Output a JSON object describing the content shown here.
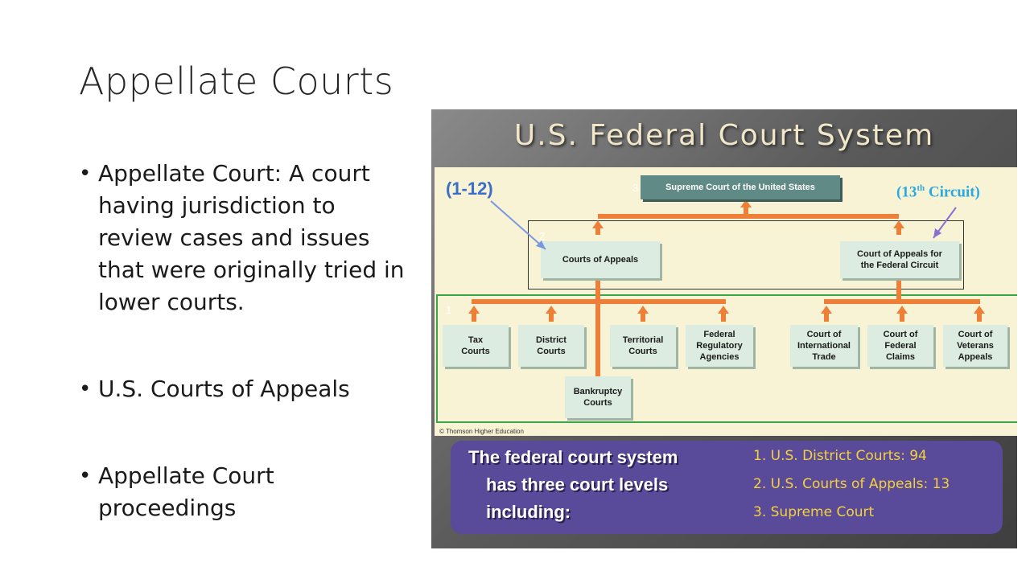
{
  "slide": {
    "title": "Appellate Courts",
    "bullet_symbol": "•",
    "bullets": [
      {
        "text": "Appellate Court: A court having jurisdiction to review cases and issues that were originally tried in lower courts."
      },
      {
        "text": "U.S. Courts of Appeals"
      },
      {
        "text": "Appellate Court proceedings"
      }
    ]
  },
  "figure": {
    "title": "U.S. Federal Court System",
    "note_left": "(1-12)",
    "note_right_main": "(13",
    "note_right_sup": "th",
    "note_right_tail": " Circuit)",
    "levels": [
      "1",
      "2",
      "3"
    ],
    "credit": "© Thomson Higher Education",
    "boxes": {
      "supreme": "Supreme Court of the United States",
      "courts_of_appeals": "Courts of Appeals",
      "federal_circuit": "Court of Appeals for\nthe Federal Circuit",
      "tax": "Tax\nCourts",
      "district": "District\nCourts",
      "territorial": "Territorial\nCourts",
      "regulatory": "Federal\nRegulatory\nAgencies",
      "bankruptcy": "Bankruptcy\nCourts",
      "international_trade": "Court of\nInternational\nTrade",
      "federal_claims": "Court of\nFederal\nClaims",
      "veterans": "Court of\nVeterans\nAppeals"
    },
    "colors": {
      "connector": "#ee7f38",
      "level2_frame": "#333333",
      "level1_frame": "#3aa64a",
      "left_note": "#3b6ec9",
      "right_note": "#29a9e0",
      "left_pointer": "#7b97e0",
      "right_pointer": "#8a6fd0"
    },
    "summary": {
      "lines": [
        "The federal court system",
        "has three court levels",
        "including:"
      ],
      "items": [
        "1. U.S. District Courts: 94",
        "2. U.S. Courts of Appeals: 13",
        "3. Supreme Court"
      ]
    }
  }
}
